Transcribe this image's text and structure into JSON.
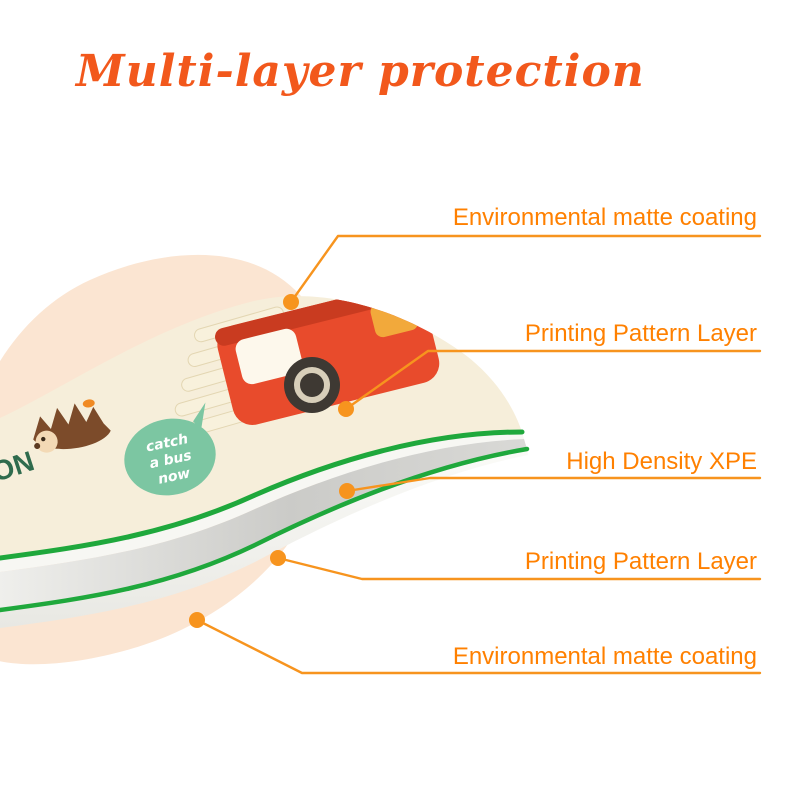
{
  "title": "Multi-layer protection",
  "callouts": [
    {
      "label": "Environmental matte coating"
    },
    {
      "label": "Printing Pattern Layer"
    },
    {
      "label": "High Density XPE"
    },
    {
      "label": "Printing Pattern Layer"
    },
    {
      "label": "Environmental matte coating"
    }
  ],
  "mat": {
    "speech_bubble_lines": [
      "catch",
      "a bus",
      "now"
    ],
    "partial_text": "ON"
  },
  "colors": {
    "accent_orange": "#F7941E",
    "label_orange": "#FF8000",
    "title_orange": "#F2581C",
    "edge_green": "#1FA83C",
    "mat_cream": "#F6EEDA",
    "bus_red": "#E84B2C",
    "bubble_green": "#7CC6A2",
    "peach_background": "#FBE5D2",
    "foam_gray": "#CFCFCD"
  }
}
